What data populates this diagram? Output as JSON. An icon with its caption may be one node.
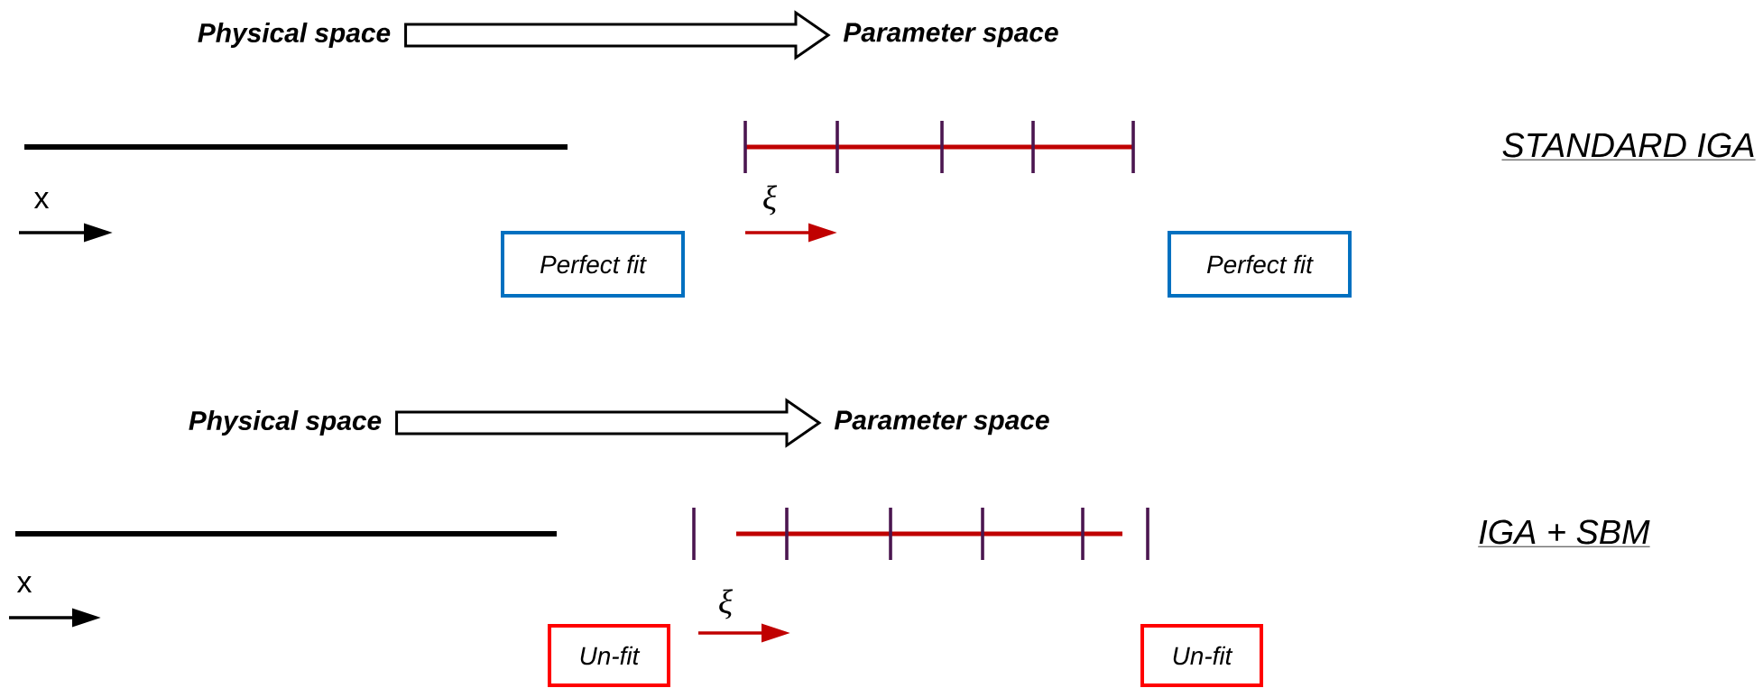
{
  "diagram": {
    "nodes": [
      {
        "text": [
          "Physical space"
        ]
      },
      {
        "text": [
          "Parameter space"
        ]
      },
      {
        "text": [
          "Perfect fit"
        ]
      },
      {
        "text": [
          "Perfect fit"
        ]
      },
      {
        "text": [
          "Physical space"
        ]
      },
      {
        "text": [
          "Parameter space"
        ]
      },
      {
        "text": [
          "Un-fit"
        ]
      },
      {
        "text": [
          "Un-fit"
        ]
      }
    ],
    "edges": [
      {
        "from": 0,
        "to": 1,
        "arrow": "to"
      },
      {
        "from": 4,
        "to": 5,
        "arrow": "to"
      }
    ],
    "labels": [
      "x",
      "ξ",
      "STANDARD IGA",
      "x",
      "ξ",
      "IGA + SBM"
    ]
  }
}
